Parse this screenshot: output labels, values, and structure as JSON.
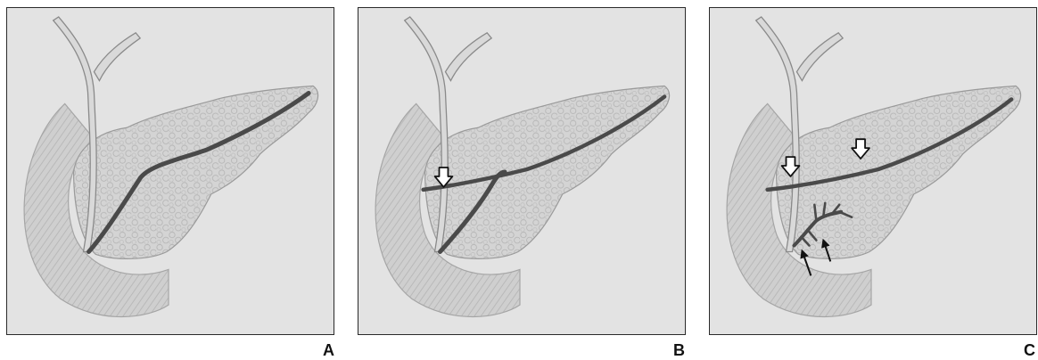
{
  "panels": [
    {
      "id": "A",
      "label": "A"
    },
    {
      "id": "B",
      "label": "B"
    },
    {
      "id": "C",
      "label": "C"
    }
  ],
  "colors": {
    "background": "#ffffff",
    "panel_fill": "#e3e3e3",
    "pancreas_fill": "#d3d3d3",
    "duodenum_fill": "#cbcbcb",
    "duct": "#4a4a4a",
    "outline": "#3a3a3a"
  }
}
